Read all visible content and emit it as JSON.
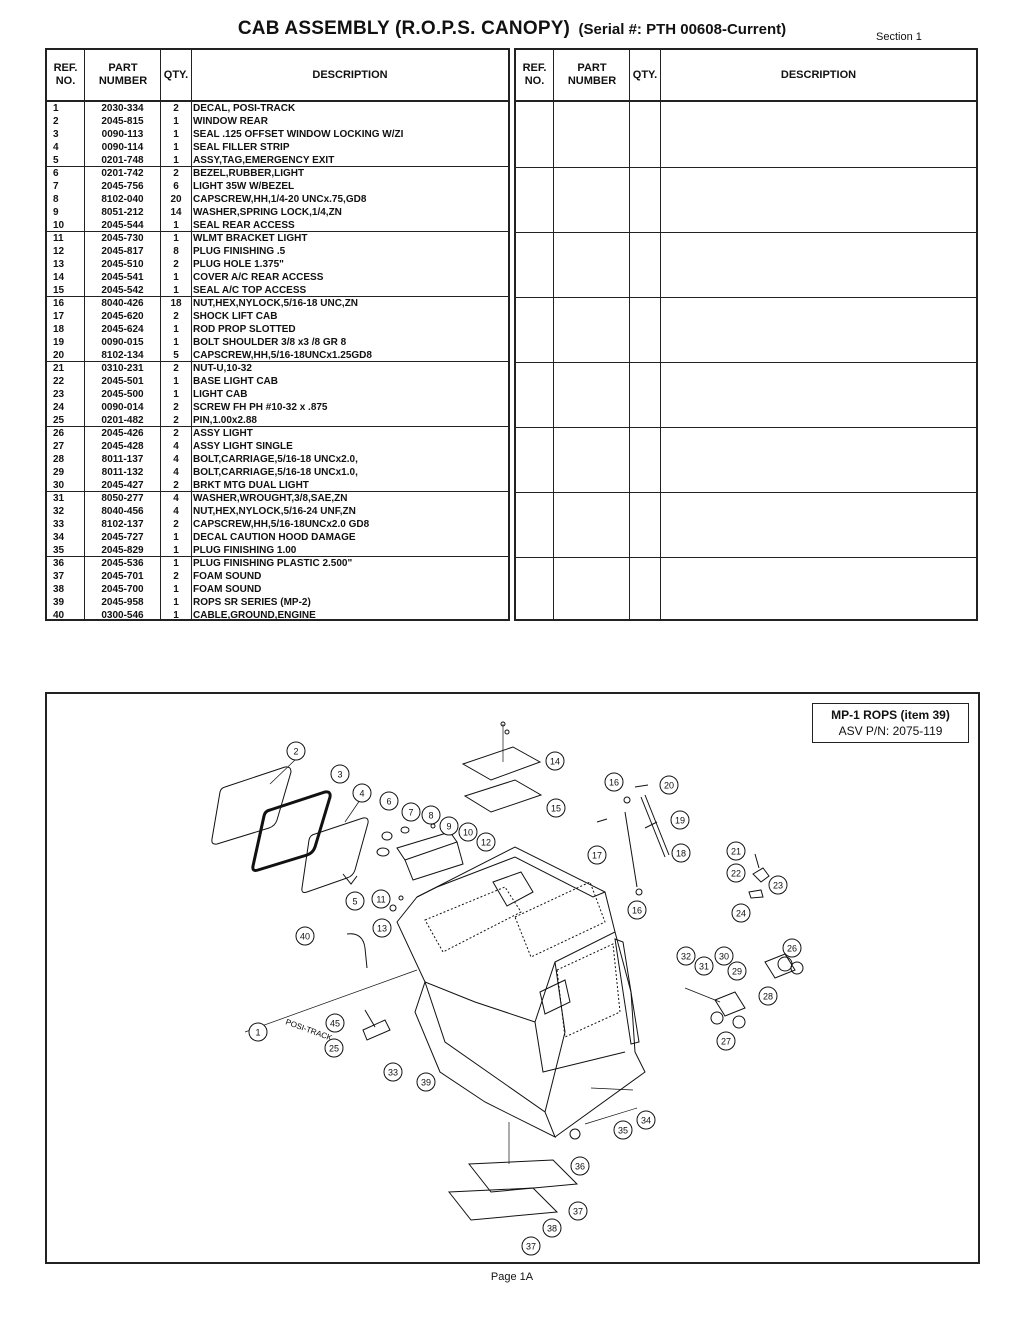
{
  "header": {
    "title": "CAB ASSEMBLY (R.O.P.S. CANOPY)",
    "serial": "(Serial #: PTH 00608-Current)",
    "section": "Section 1"
  },
  "columns": {
    "ref": "REF. NO.",
    "part": "PART NUMBER",
    "qty": "QTY.",
    "desc": "DESCRIPTION"
  },
  "parts": [
    {
      "ref": "1",
      "part": "2030-334",
      "qty": "2",
      "desc": "DECAL, POSI-TRACK"
    },
    {
      "ref": "2",
      "part": "2045-815",
      "qty": "1",
      "desc": "WINDOW REAR"
    },
    {
      "ref": "3",
      "part": "0090-113",
      "qty": "1",
      "desc": "SEAL .125 OFFSET WINDOW LOCKING W/ZI"
    },
    {
      "ref": "4",
      "part": "0090-114",
      "qty": "1",
      "desc": "SEAL FILLER STRIP"
    },
    {
      "ref": "5",
      "part": "0201-748",
      "qty": "1",
      "desc": "ASSY,TAG,EMERGENCY EXIT"
    },
    {
      "ref": "6",
      "part": "0201-742",
      "qty": "2",
      "desc": "BEZEL,RUBBER,LIGHT"
    },
    {
      "ref": "7",
      "part": "2045-756",
      "qty": "6",
      "desc": "LIGHT 35W W/BEZEL"
    },
    {
      "ref": "8",
      "part": "8102-040",
      "qty": "20",
      "desc": "CAPSCREW,HH,1/4-20 UNCx.75,GD8"
    },
    {
      "ref": "9",
      "part": "8051-212",
      "qty": "14",
      "desc": "WASHER,SPRING LOCK,1/4,ZN"
    },
    {
      "ref": "10",
      "part": "2045-544",
      "qty": "1",
      "desc": "SEAL REAR ACCESS"
    },
    {
      "ref": "11",
      "part": "2045-730",
      "qty": "1",
      "desc": "WLMT BRACKET LIGHT"
    },
    {
      "ref": "12",
      "part": "2045-817",
      "qty": "8",
      "desc": "PLUG FINISHING .5"
    },
    {
      "ref": "13",
      "part": "2045-510",
      "qty": "2",
      "desc": "PLUG HOLE 1.375\""
    },
    {
      "ref": "14",
      "part": "2045-541",
      "qty": "1",
      "desc": "COVER A/C REAR ACCESS"
    },
    {
      "ref": "15",
      "part": "2045-542",
      "qty": "1",
      "desc": "SEAL A/C TOP ACCESS"
    },
    {
      "ref": "16",
      "part": "8040-426",
      "qty": "18",
      "desc": "NUT,HEX,NYLOCK,5/16-18 UNC,ZN"
    },
    {
      "ref": "17",
      "part": "2045-620",
      "qty": "2",
      "desc": "SHOCK LIFT CAB"
    },
    {
      "ref": "18",
      "part": "2045-624",
      "qty": "1",
      "desc": "ROD PROP SLOTTED"
    },
    {
      "ref": "19",
      "part": "0090-015",
      "qty": "1",
      "desc": "BOLT SHOULDER 3/8 x3 /8 GR 8"
    },
    {
      "ref": "20",
      "part": "8102-134",
      "qty": "5",
      "desc": "CAPSCREW,HH,5/16-18UNCx1.25GD8"
    },
    {
      "ref": "21",
      "part": "0310-231",
      "qty": "2",
      "desc": "NUT-U,10-32"
    },
    {
      "ref": "22",
      "part": "2045-501",
      "qty": "1",
      "desc": "BASE LIGHT CAB"
    },
    {
      "ref": "23",
      "part": "2045-500",
      "qty": "1",
      "desc": "LIGHT CAB"
    },
    {
      "ref": "24",
      "part": "0090-014",
      "qty": "2",
      "desc": "SCREW FH PH #10-32 x .875"
    },
    {
      "ref": "25",
      "part": "0201-482",
      "qty": "2",
      "desc": "PIN,1.00x2.88"
    },
    {
      "ref": "26",
      "part": "2045-426",
      "qty": "2",
      "desc": "ASSY LIGHT"
    },
    {
      "ref": "27",
      "part": "2045-428",
      "qty": "4",
      "desc": "ASSY LIGHT SINGLE"
    },
    {
      "ref": "28",
      "part": "8011-137",
      "qty": "4",
      "desc": "BOLT,CARRIAGE,5/16-18 UNCx2.0,"
    },
    {
      "ref": "29",
      "part": "8011-132",
      "qty": "4",
      "desc": "BOLT,CARRIAGE,5/16-18 UNCx1.0,"
    },
    {
      "ref": "30",
      "part": "2045-427",
      "qty": "2",
      "desc": "BRKT MTG  DUAL LIGHT"
    },
    {
      "ref": "31",
      "part": "8050-277",
      "qty": "4",
      "desc": "WASHER,WROUGHT,3/8,SAE,ZN"
    },
    {
      "ref": "32",
      "part": "8040-456",
      "qty": "4",
      "desc": "NUT,HEX,NYLOCK,5/16-24 UNF,ZN"
    },
    {
      "ref": "33",
      "part": "8102-137",
      "qty": "2",
      "desc": "CAPSCREW,HH,5/16-18UNCx2.0 GD8"
    },
    {
      "ref": "34",
      "part": "2045-727",
      "qty": "1",
      "desc": "DECAL CAUTION HOOD DAMAGE"
    },
    {
      "ref": "35",
      "part": "2045-829",
      "qty": "1",
      "desc": "PLUG FINISHING 1.00"
    },
    {
      "ref": "36",
      "part": "2045-536",
      "qty": "1",
      "desc": "PLUG FINISHING PLASTIC 2.500\""
    },
    {
      "ref": "37",
      "part": "2045-701",
      "qty": "2",
      "desc": "FOAM SOUND"
    },
    {
      "ref": "38",
      "part": "2045-700",
      "qty": "1",
      "desc": "FOAM SOUND"
    },
    {
      "ref": "39",
      "part": "2045-958",
      "qty": "1",
      "desc": "ROPS SR SERIES (MP-2)"
    },
    {
      "ref": "40",
      "part": "0300-546",
      "qty": "1",
      "desc": "CABLE,GROUND,ENGINE"
    }
  ],
  "callout": {
    "title": "MP-1 ROPS (item 39)",
    "pn": "ASV P/N: 2075-119"
  },
  "diagram": {
    "decal_text": "POSI-TRACK",
    "labels": [
      "1",
      "2",
      "3",
      "4",
      "5",
      "6",
      "7",
      "8",
      "9",
      "10",
      "11",
      "12",
      "13",
      "14",
      "15",
      "16",
      "16",
      "17",
      "18",
      "19",
      "20",
      "21",
      "22",
      "23",
      "24",
      "25",
      "26",
      "27",
      "28",
      "29",
      "30",
      "31",
      "32",
      "33",
      "34",
      "35",
      "36",
      "37",
      "37",
      "38",
      "39",
      "40",
      "45"
    ]
  },
  "footer": {
    "page": "Page 1A"
  }
}
